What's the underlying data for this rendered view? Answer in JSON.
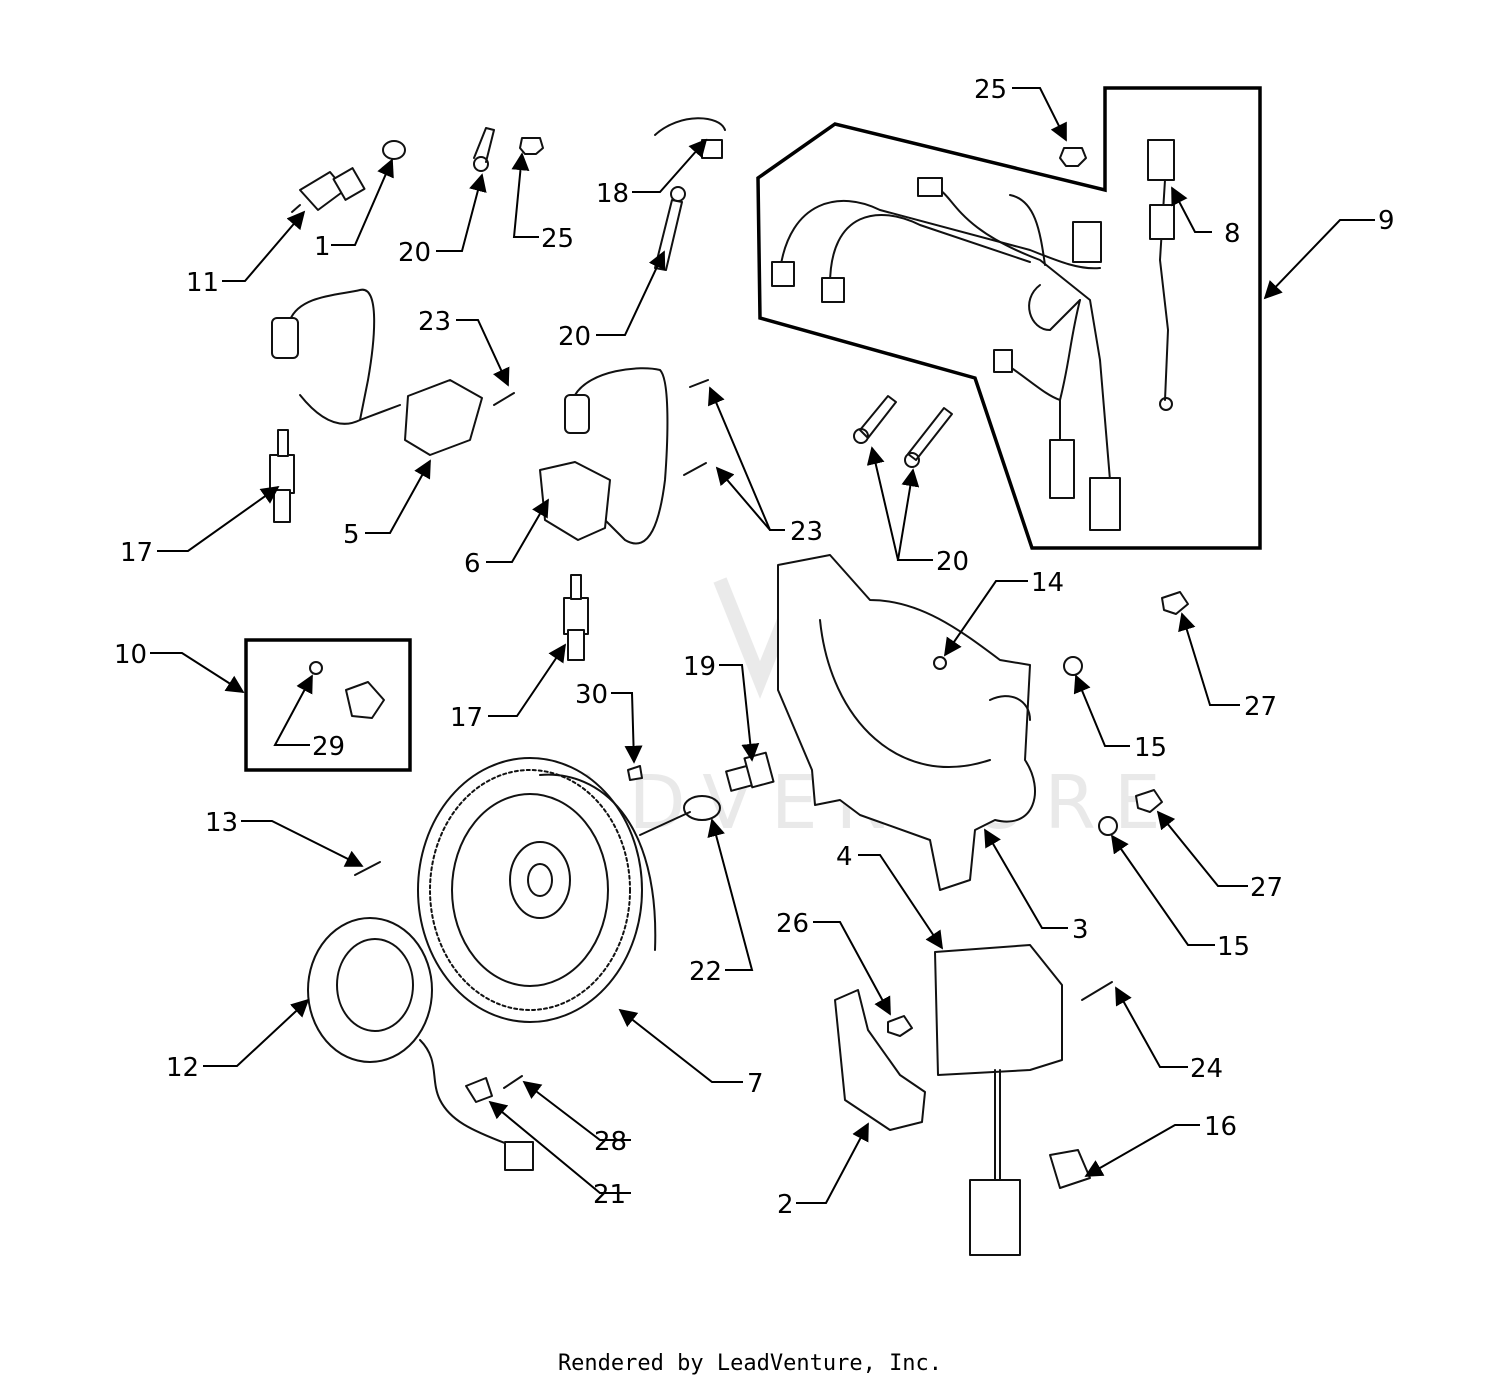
{
  "footer": {
    "text": "Rendered by LeadVenture, Inc."
  },
  "watermark": {
    "text": "ADVENTURE"
  },
  "callouts": [
    {
      "id": "c-25-top",
      "label": "25"
    },
    {
      "id": "c-9",
      "label": "9"
    },
    {
      "id": "c-8",
      "label": "8"
    },
    {
      "id": "c-18",
      "label": "18"
    },
    {
      "id": "c-11",
      "label": "11"
    },
    {
      "id": "c-1",
      "label": "1"
    },
    {
      "id": "c-20-a",
      "label": "20"
    },
    {
      "id": "c-25-b",
      "label": "25"
    },
    {
      "id": "c-20-b",
      "label": "20"
    },
    {
      "id": "c-23-a",
      "label": "23"
    },
    {
      "id": "c-17-a",
      "label": "17"
    },
    {
      "id": "c-5",
      "label": "5"
    },
    {
      "id": "c-6",
      "label": "6"
    },
    {
      "id": "c-23-b",
      "label": "23"
    },
    {
      "id": "c-20-c",
      "label": "20"
    },
    {
      "id": "c-14",
      "label": "14"
    },
    {
      "id": "c-10",
      "label": "10"
    },
    {
      "id": "c-29",
      "label": "29"
    },
    {
      "id": "c-17-b",
      "label": "17"
    },
    {
      "id": "c-30",
      "label": "30"
    },
    {
      "id": "c-19",
      "label": "19"
    },
    {
      "id": "c-27-a",
      "label": "27"
    },
    {
      "id": "c-15-a",
      "label": "15"
    },
    {
      "id": "c-13",
      "label": "13"
    },
    {
      "id": "c-4",
      "label": "4"
    },
    {
      "id": "c-27-b",
      "label": "27"
    },
    {
      "id": "c-3",
      "label": "3"
    },
    {
      "id": "c-15-b",
      "label": "15"
    },
    {
      "id": "c-26",
      "label": "26"
    },
    {
      "id": "c-22",
      "label": "22"
    },
    {
      "id": "c-12",
      "label": "12"
    },
    {
      "id": "c-24",
      "label": "24"
    },
    {
      "id": "c-7",
      "label": "7"
    },
    {
      "id": "c-28",
      "label": "28"
    },
    {
      "id": "c-16",
      "label": "16"
    },
    {
      "id": "c-21",
      "label": "21"
    },
    {
      "id": "c-2",
      "label": "2"
    }
  ]
}
